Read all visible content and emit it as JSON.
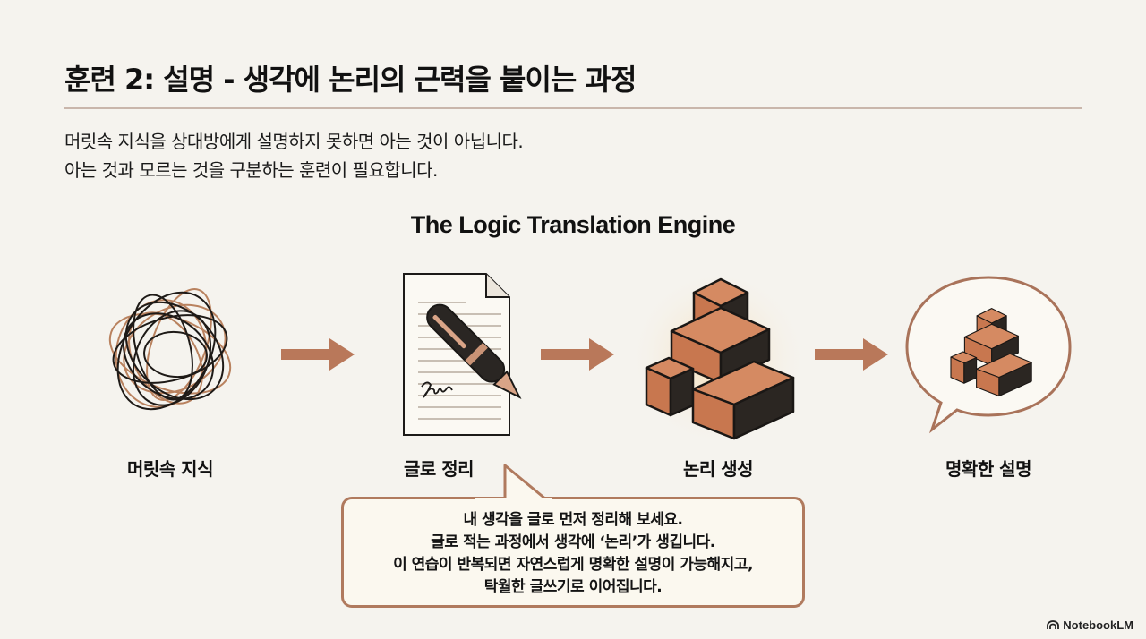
{
  "header": {
    "title": "훈련 2: 설명 - 생각에 논리의 근력을 붙이는 과정",
    "intro_lines": [
      "머릿속 지식을 상대방에게 설명하지 못하면 아는 것이 아닙니다.",
      "아는 것과 모르는 것을 구분하는 훈련이 필요합니다."
    ]
  },
  "diagram": {
    "title": "The Logic Translation Engine",
    "stages": [
      {
        "label": "머릿속 지식",
        "icon": "tangled-scribble-icon"
      },
      {
        "label": "글로 정리",
        "icon": "document-pen-icon"
      },
      {
        "label": "논리 생성",
        "icon": "stacked-blocks-icon"
      },
      {
        "label": "명확한 설명",
        "icon": "speech-bubble-blocks-icon"
      }
    ],
    "arrow_icon": "right-arrow-icon",
    "callout_lines": [
      "내 생각을 글로 먼저 정리해 보세요.",
      "글로 적는 과정에서 생각에 ‘논리’가 생깁니다.",
      "이 연습이 반복되면 자연스럽게 명확한 설명이 가능해지고,",
      "탁월한 글쓰기로 이어집니다."
    ]
  },
  "colors": {
    "background": "#f5f3ee",
    "accent": "#b9785a",
    "block_face": "#c8774f",
    "block_dark": "#2b2622",
    "divider": "#c9b6ab"
  },
  "brand": {
    "label": "NotebookLM"
  }
}
